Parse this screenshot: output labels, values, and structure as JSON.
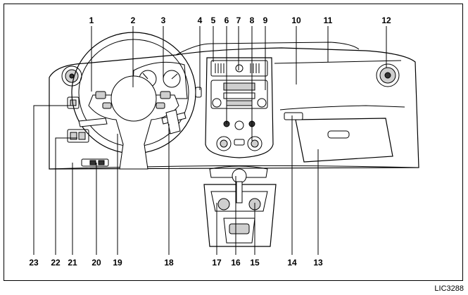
{
  "callouts": [
    "1",
    "2",
    "3",
    "4",
    "5",
    "6",
    "7",
    "8",
    "9",
    "10",
    "11",
    "12",
    "13",
    "14",
    "15",
    "16",
    "17",
    "18",
    "19",
    "20",
    "21",
    "22",
    "23"
  ],
  "figure_code": "LIC3288"
}
